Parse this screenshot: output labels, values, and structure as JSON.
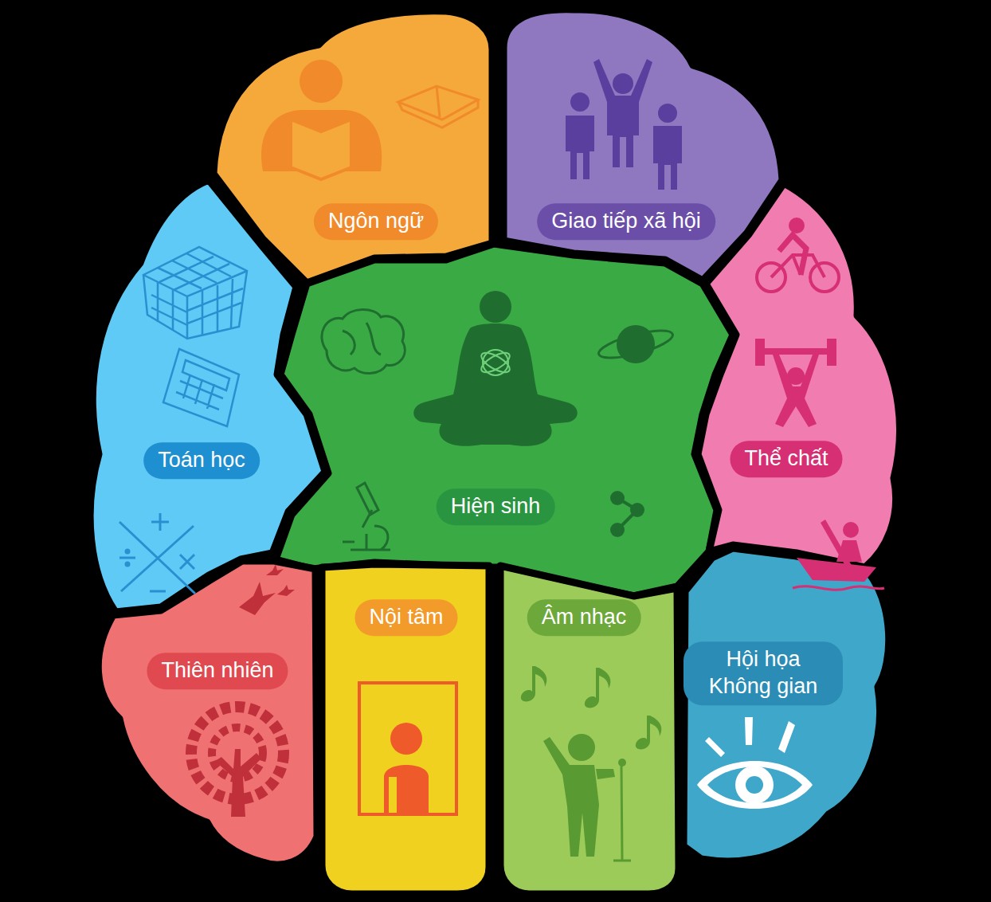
{
  "diagram": {
    "nodes": [
      {
        "text": [
          "Ngôn ngữ"
        ]
      },
      {
        "text": [
          "Giao tiếp xã hội"
        ]
      },
      {
        "text": [
          "Toán học"
        ]
      },
      {
        "text": [
          "Hiện sinh"
        ]
      },
      {
        "text": [
          "Thể chất"
        ]
      },
      {
        "text": [
          "Thiên nhiên"
        ]
      },
      {
        "text": [
          "Nội tâm"
        ]
      },
      {
        "text": [
          "Âm nhạc"
        ]
      },
      {
        "text": [
          "Hội họa Không gian"
        ]
      }
    ]
  }
}
